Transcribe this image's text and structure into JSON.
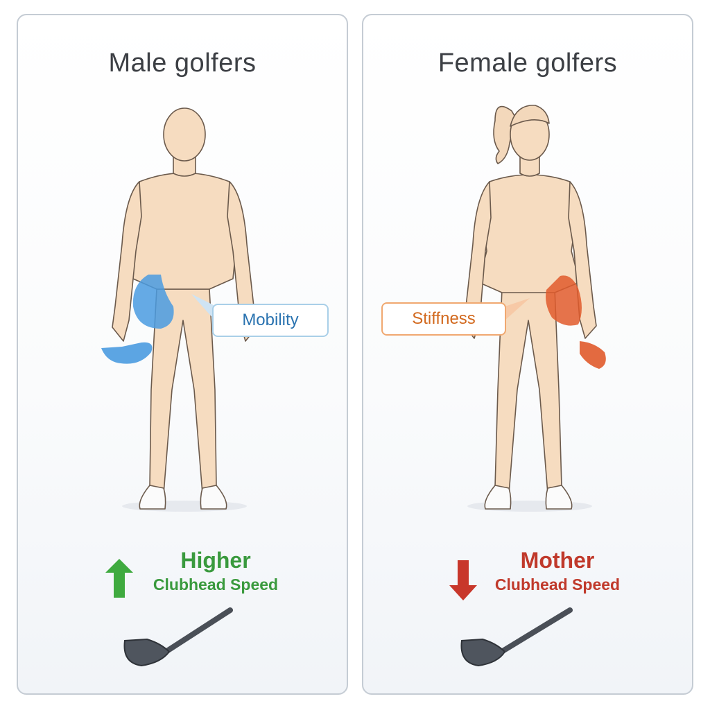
{
  "male_panel": {
    "title": "Male golfers",
    "label": "Mobility",
    "speed_main": "Higher",
    "speed_sub": "Clubhead Speed"
  },
  "female_panel": {
    "title": "Female golfers",
    "label": "Stiffness",
    "speed_main": "Mother",
    "speed_sub": "Clubhead Speed"
  },
  "colors": {
    "mobility_blue": "#4a9be0",
    "stiffness_red": "#e05a2b",
    "up_arrow_green": "#3faa3f",
    "down_arrow_red": "#c8372b",
    "skin": "#f6dcc0",
    "panel_border": "#c5ccd4"
  },
  "icons": {
    "up_arrow": "arrow-up-icon",
    "down_arrow": "arrow-down-icon",
    "club": "golf-club-icon"
  }
}
